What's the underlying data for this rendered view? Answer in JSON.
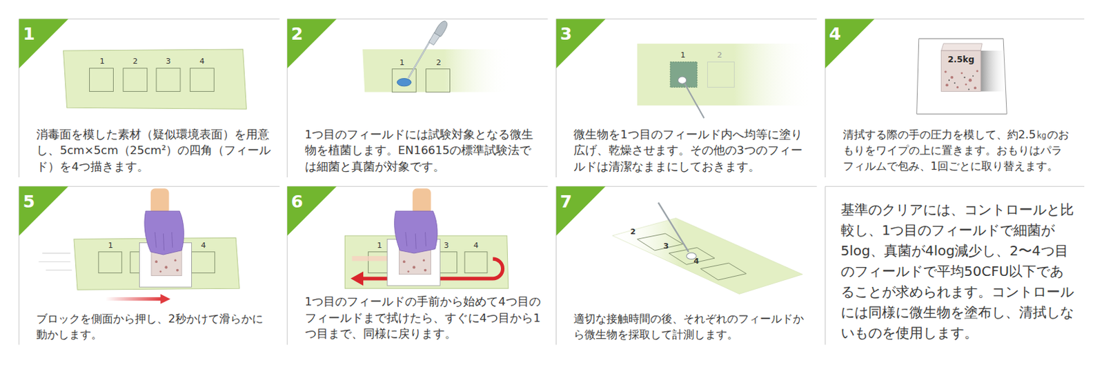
{
  "diagram": {
    "nodes": [
      {
        "text": [
          "1",
          "消毒面を模した素材（疑似環境表面）を用意し、5cm×5cm（25cm²）の四角（フィールド）を4つ描きます。"
        ]
      },
      {
        "text": [
          "2",
          "1つ目のフィールドには試験対象となる微生物を植菌します。EN16615の標準試験法では細菌と真菌が対象です。"
        ]
      },
      {
        "text": [
          "3",
          "微生物を1つ目のフィールド内へ均等に塗り広げ、乾燥させます。その他の3つのフィールドは清潔なままにしておきます。"
        ]
      },
      {
        "text": [
          "4",
          "清拭する際の手の圧力を模して、約2.5㎏のおもりをワイプの上に置きます。おもりはパラフィルムで包み、1回ごとに取り替えます。"
        ]
      },
      {
        "text": [
          "5",
          "ブロックを側面から押し、2秒かけて滑らかに動かします。"
        ]
      },
      {
        "text": [
          "6",
          "1つ目のフィールドの手前から始めて4つ目のフィールドまで拭けたら、すぐに4つ目から1つ目まで、同様に戻ります。"
        ]
      },
      {
        "text": [
          "7",
          "適切な接触時間の後、それぞれのフィールドから微生物を採取して計測します。"
        ]
      },
      {
        "text": [
          "基準のクリアには、コントロールと比較し、1つ目のフィールドで細菌が5log、真菌が4log減少し、2〜4つ目のフィールドで平均50CFU以下であることが求められます。コントロールには同様に微生物を塗布し、清拭しないものを使用します。"
        ]
      }
    ],
    "labels": [
      "1",
      "2",
      "3",
      "4",
      "1",
      "2",
      "1",
      "2",
      "2.5kg",
      "1",
      "4",
      "1",
      "3",
      "4",
      "2",
      "3",
      "4"
    ]
  }
}
